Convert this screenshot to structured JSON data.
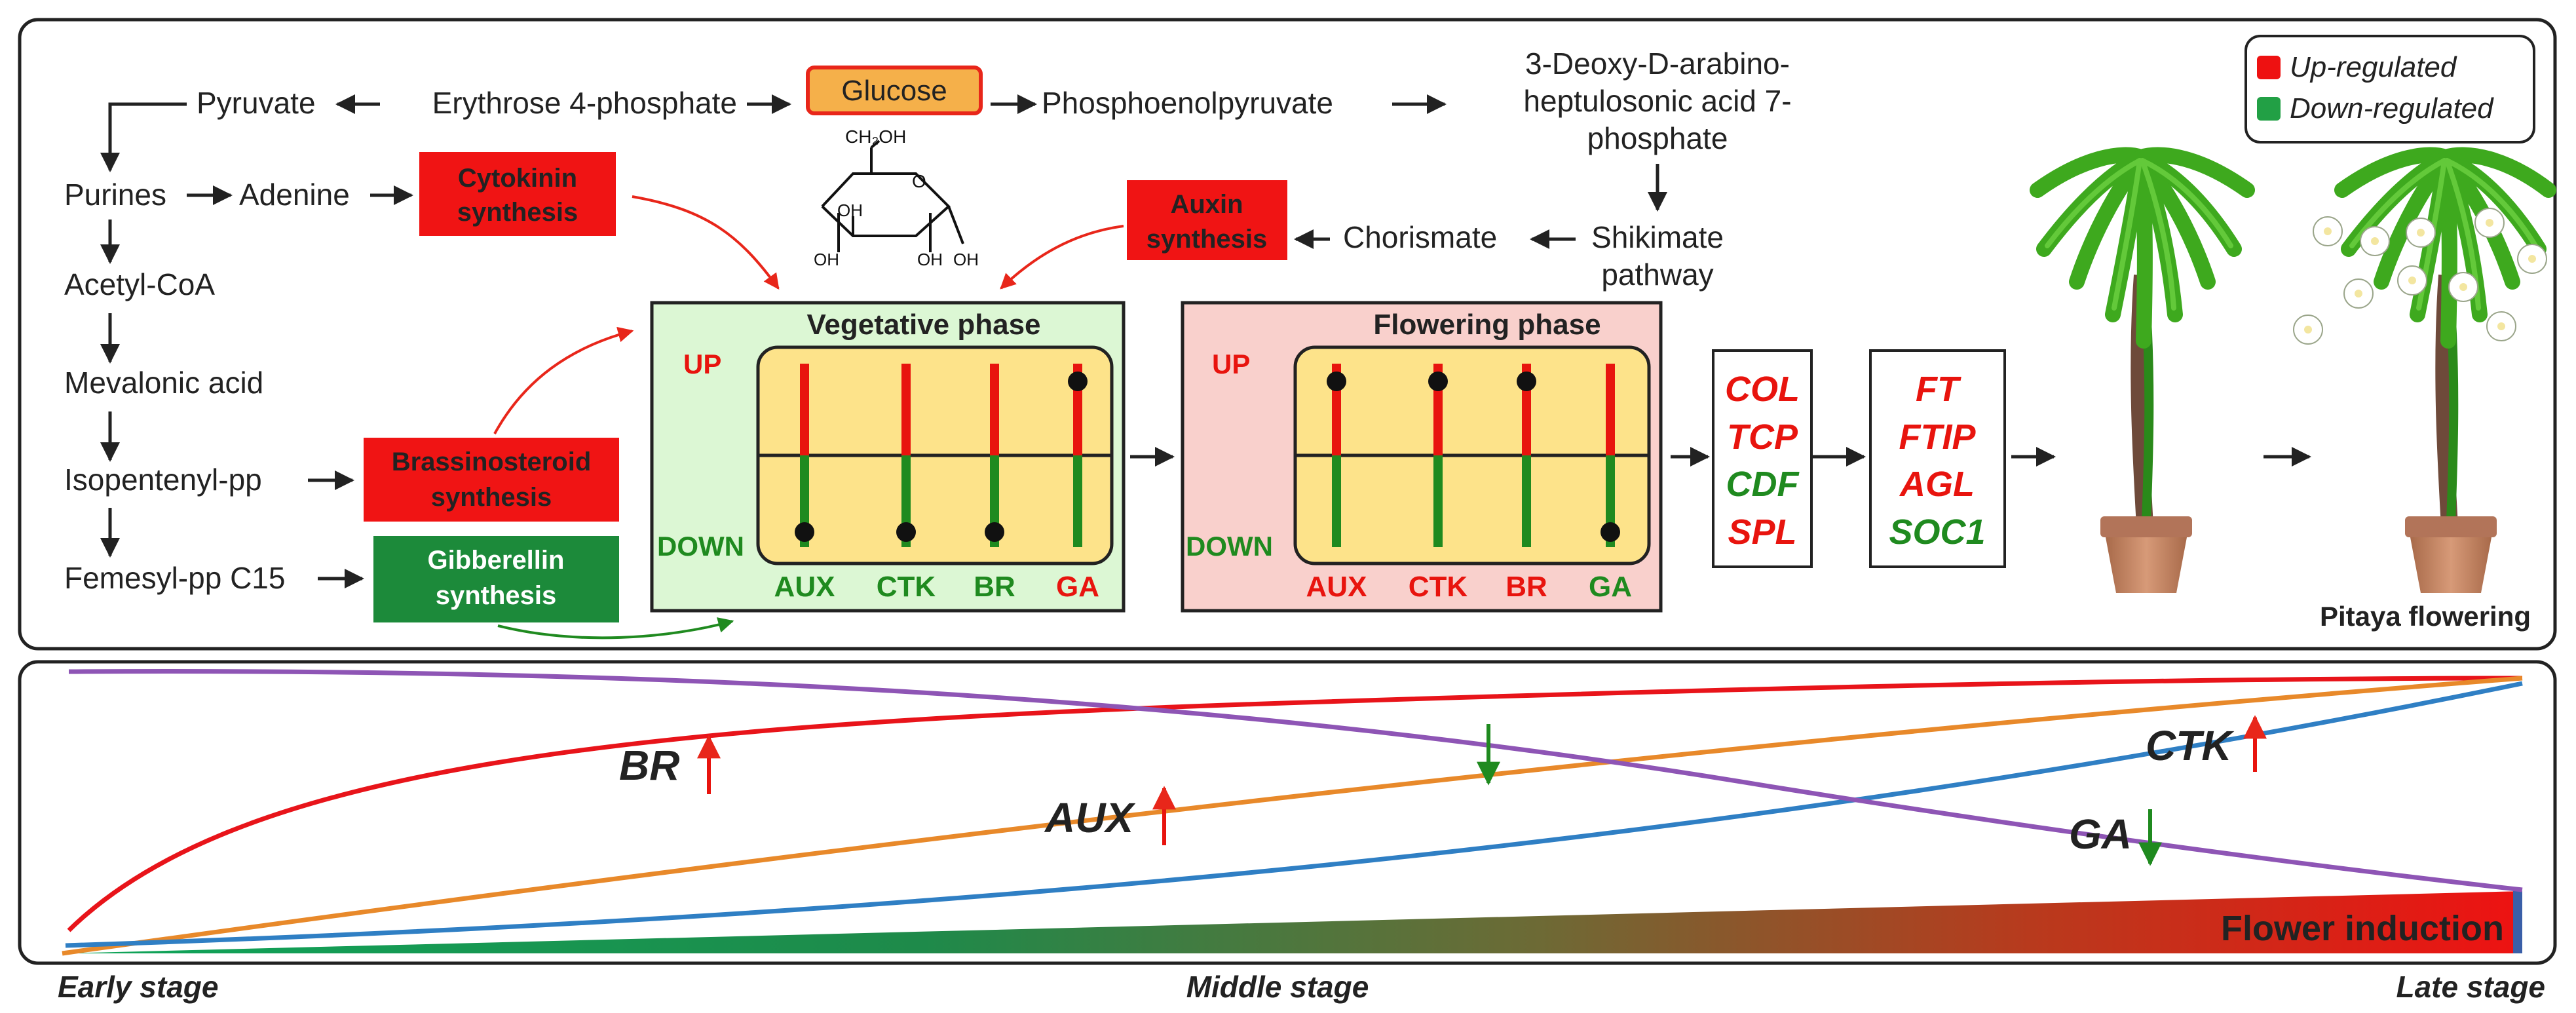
{
  "pathway": {
    "glucose": "Glucose",
    "pyruvate": "Pyruvate",
    "erythrose": "Erythrose 4-phosphate",
    "pep": "Phosphoenolpyruvate",
    "dahp": [
      "3-Deoxy-D-arabino-",
      "heptulosonic acid 7-",
      "phosphate"
    ],
    "shikimate": [
      "Shikimate",
      "pathway"
    ],
    "chorismate": "Chorismate",
    "purines": "Purines",
    "adenine": "Adenine",
    "acetyl_coa": "Acetyl-CoA",
    "mevalonic": "Mevalonic acid",
    "isopentenyl": "Isopentenyl-pp",
    "farnesyl": "Femesyl-pp C15",
    "cytokinin": [
      "Cytokinin",
      "synthesis"
    ],
    "auxin": [
      "Auxin",
      "synthesis"
    ],
    "brassinosteroid": [
      "Brassinosteroid",
      "synthesis"
    ],
    "gibberellin": [
      "Gibberellin",
      "synthesis"
    ],
    "structure_labels": {
      "ch2oh": "CH₂OH",
      "o": "O",
      "oh": "OH"
    }
  },
  "phases": {
    "vegetative": {
      "title": "Vegetative phase",
      "up": "UP",
      "down": "DOWN",
      "hormones": [
        {
          "label": "AUX",
          "state": "down",
          "label_color": "#1f8a1f"
        },
        {
          "label": "CTK",
          "state": "down",
          "label_color": "#1f8a1f"
        },
        {
          "label": "BR",
          "state": "down",
          "label_color": "#1f8a1f"
        },
        {
          "label": "GA",
          "state": "up",
          "label_color": "#e8140e"
        }
      ]
    },
    "flowering": {
      "title": "Flowering phase",
      "up": "UP",
      "down": "DOWN",
      "hormones": [
        {
          "label": "AUX",
          "state": "up",
          "label_color": "#e8140e"
        },
        {
          "label": "CTK",
          "state": "up",
          "label_color": "#e8140e"
        },
        {
          "label": "BR",
          "state": "up",
          "label_color": "#e8140e"
        },
        {
          "label": "GA",
          "state": "down",
          "label_color": "#1f8a1f"
        }
      ]
    }
  },
  "genes": {
    "set1": [
      {
        "name": "COL",
        "color": "#e8140e"
      },
      {
        "name": "TCP",
        "color": "#e8140e"
      },
      {
        "name": "CDF",
        "color": "#1f8a1f"
      },
      {
        "name": "SPL",
        "color": "#e8140e"
      }
    ],
    "set2": [
      {
        "name": "FT",
        "color": "#e8140e"
      },
      {
        "name": "FTIP",
        "color": "#e8140e"
      },
      {
        "name": "AGL",
        "color": "#e8140e"
      },
      {
        "name": "SOC1",
        "color": "#1f8a1f"
      }
    ]
  },
  "legend": {
    "up": "Up-regulated",
    "down": "Down-regulated"
  },
  "colors": {
    "up": "#e8140e",
    "down": "#1f8a1f",
    "phase_yellow": "#fde38a"
  },
  "pitaya_label": "Pitaya flowering",
  "timeline": {
    "br": "BR",
    "aux": "AUX",
    "ctk": "CTK",
    "ga": "GA",
    "flower_induction": "Flower induction",
    "early": "Early stage",
    "middle": "Middle stage",
    "late": "Late stage"
  }
}
